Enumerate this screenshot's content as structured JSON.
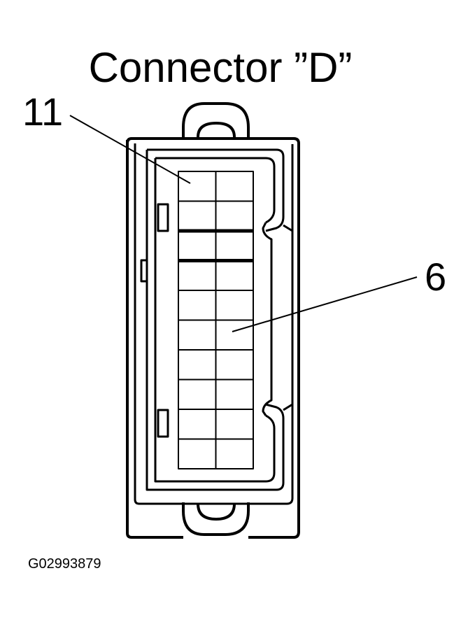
{
  "title": "Connector ”D”",
  "callouts": {
    "pin_a": "11",
    "pin_b": "6"
  },
  "figure_id": "G02993879",
  "connector": {
    "columns": 2,
    "rows": 10
  }
}
